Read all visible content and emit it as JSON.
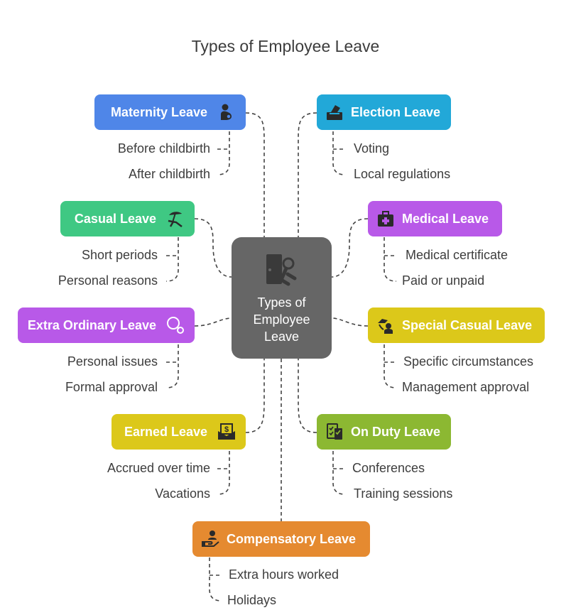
{
  "title": "Types of Employee Leave",
  "center": {
    "line1": "Types of",
    "line2": "Employee",
    "line3": "Leave"
  },
  "colors": {
    "maternity": "#4f86e8",
    "election": "#22a8d8",
    "casual": "#3fc883",
    "medical": "#b859e8",
    "extra_ordinary": "#b859e8",
    "special_casual": "#dcc81a",
    "earned": "#dcc81a",
    "on_duty": "#8cb832",
    "compensatory": "#e58a30",
    "center": "#666666"
  },
  "nodes": [
    {
      "id": "maternity",
      "label": "Maternity Leave",
      "icon": "pregnant-woman-icon",
      "items": [
        "Before childbirth",
        "After childbirth"
      ]
    },
    {
      "id": "election",
      "label": "Election Leave",
      "icon": "ballot-box-icon",
      "items": [
        "Voting",
        "Local regulations"
      ]
    },
    {
      "id": "casual",
      "label": "Casual Leave",
      "icon": "beach-chair-icon",
      "items": [
        "Short periods",
        "Personal reasons"
      ]
    },
    {
      "id": "medical",
      "label": "Medical Leave",
      "icon": "medical-kit-icon",
      "items": [
        "Medical certificate",
        "Paid or unpaid"
      ]
    },
    {
      "id": "extra_ordinary",
      "label": "Extra Ordinary Leave",
      "icon": "magnifier-gear-icon",
      "items": [
        "Personal issues",
        "Formal approval"
      ]
    },
    {
      "id": "special_casual",
      "label": "Special Casual Leave",
      "icon": "hand-person-icon",
      "items": [
        "Specific circumstances",
        "Management approval"
      ]
    },
    {
      "id": "earned",
      "label": "Earned Leave",
      "icon": "cash-envelope-icon",
      "items": [
        "Accrued over time",
        "Vacations"
      ]
    },
    {
      "id": "on_duty",
      "label": "On Duty Leave",
      "icon": "checklist-document-icon",
      "items": [
        "Conferences",
        "Training sessions"
      ]
    },
    {
      "id": "compensatory",
      "label": "Compensatory Leave",
      "icon": "hand-offering-person-icon",
      "items": [
        "Extra hours worked",
        "Holidays"
      ]
    }
  ]
}
